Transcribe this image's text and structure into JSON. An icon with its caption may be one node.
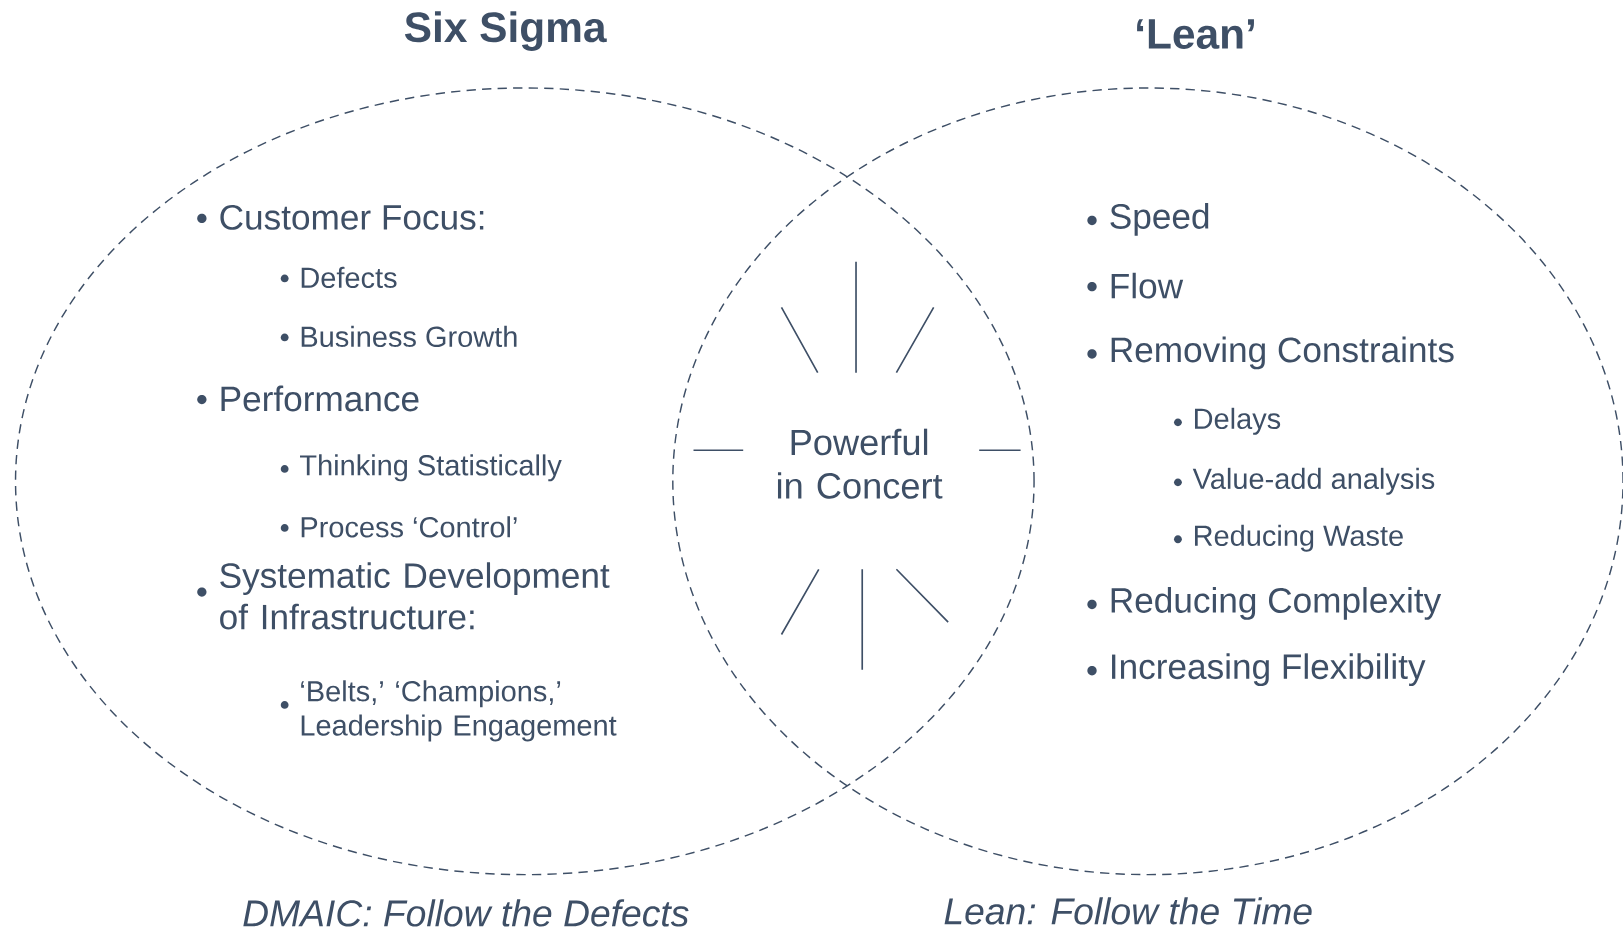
{
  "diagram": {
    "nodes": [
      {
        "text": [
          "Six Sigma",
          "Customer Focus:",
          "Defects",
          "Business Growth",
          "Performance",
          "Thinking Statistically",
          "Process ‘Control’",
          "Systematic Development of Infrastructure:",
          "‘Belts,’ ‘Champions,’ Leadership Engagement"
        ],
        "beside": [
          "DMAIC: Follow the Defects"
        ]
      },
      {
        "text": [
          "‘Lean’",
          "Speed",
          "Flow",
          "Removing Constraints",
          "Delays",
          "Value-add analysis",
          "Reducing Waste",
          "Reducing Complexity",
          "Increasing Flexibility"
        ],
        "beside": [
          "Lean: Follow the Time"
        ]
      },
      {
        "text": [
          "Powerful in Concert"
        ]
      }
    ]
  }
}
